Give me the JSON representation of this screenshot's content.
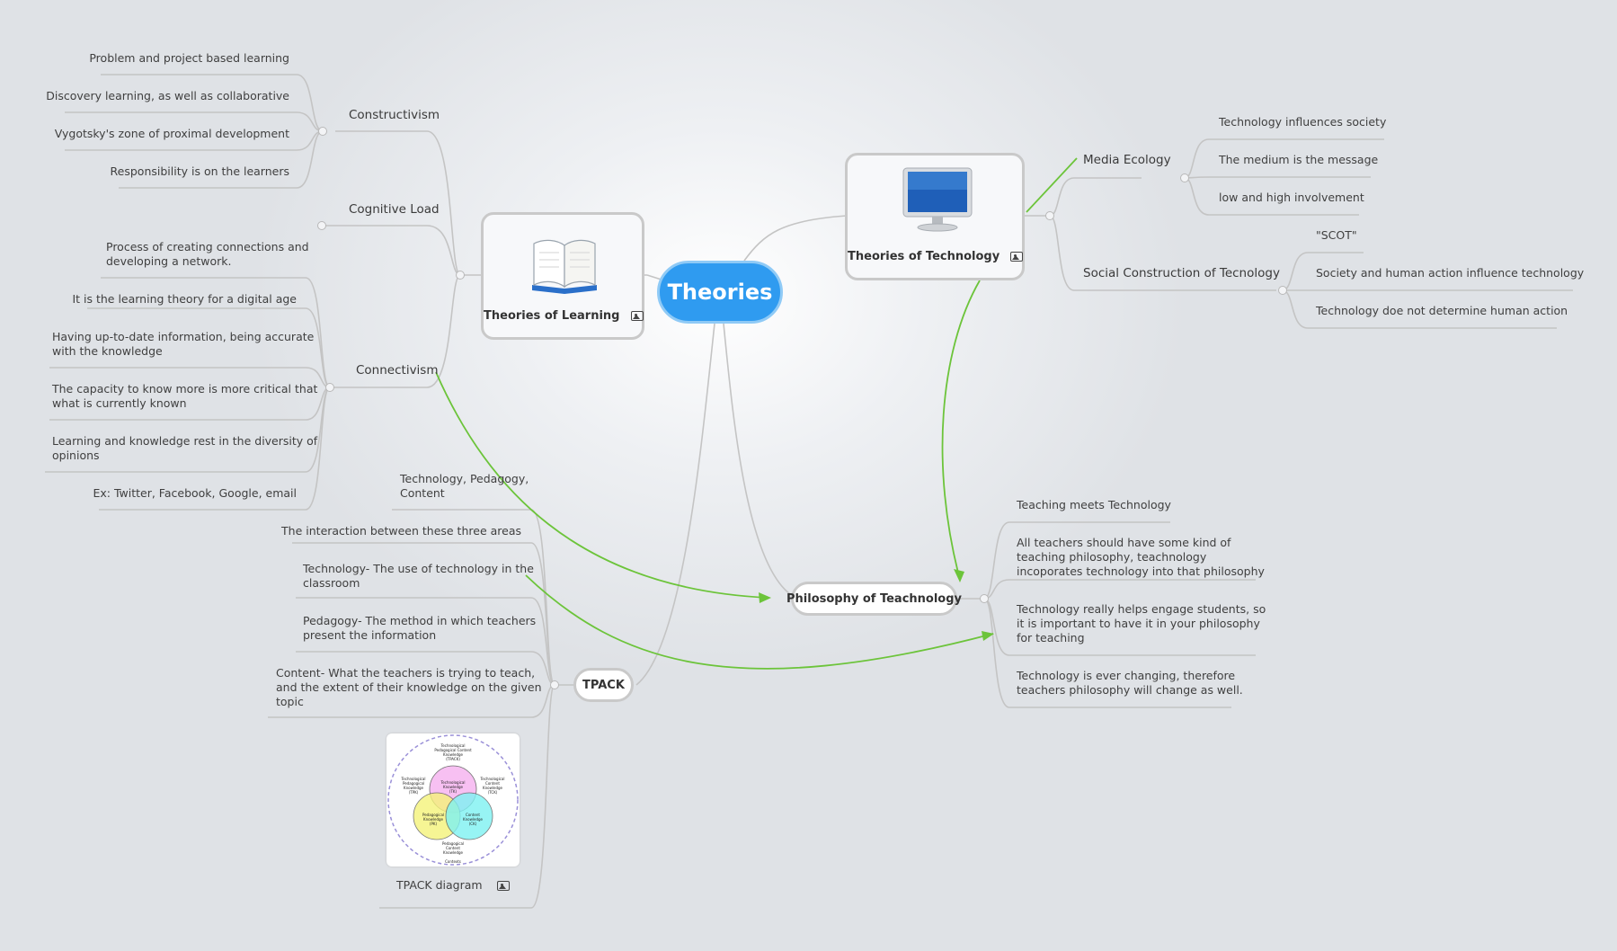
{
  "root": {
    "label": "Theories"
  },
  "learning": {
    "card_label": "Theories of Learning",
    "constructivism": {
      "label": "Constructivism",
      "items": [
        "Problem and project based learning",
        "Discovery learning, as well as collaborative",
        "Vygotsky's zone of proximal development",
        "Responsibility is on the learners"
      ]
    },
    "cognitive_load": {
      "label": "Cognitive Load"
    },
    "connectivism": {
      "label": "Connectivism",
      "items": [
        [
          "Process of creating connections and",
          "developing a network."
        ],
        [
          "It is the learning theory for a digital age"
        ],
        [
          "Having up-to-date information, being accurate",
          "with the knowledge"
        ],
        [
          "The capacity to know more is more critical that",
          "what is currently known"
        ],
        [
          "Learning and knowledge rest in the diversity of",
          "opinions"
        ],
        [
          "Ex: Twitter, Facebook, Google, email"
        ]
      ]
    }
  },
  "technology": {
    "card_label": "Theories of Technology",
    "media_ecology": {
      "label": "Media Ecology",
      "items": [
        "Technology influences society",
        "The medium is the message",
        "low and high involvement"
      ]
    },
    "social_construction": {
      "label": "Social Construction of Tecnology",
      "items": [
        "\"SCOT\"",
        "Society and human action influence technology",
        "Technology doe not determine human action"
      ]
    }
  },
  "philosophy": {
    "label": "Philosophy of Teachnology",
    "items": [
      [
        "Teaching meets Technology"
      ],
      [
        "All teachers should have some kind of",
        "teaching philosophy, teachnology",
        "incoporates technology into that philosophy"
      ],
      [
        "Technology really helps engage students, so",
        "it is important to have it in your philosophy",
        "for teaching"
      ],
      [
        "Technology is ever changing, therefore",
        "teachers philosophy will change as well."
      ]
    ]
  },
  "tpack": {
    "label": "TPACK",
    "items": [
      [
        "Technology, Pedagogy,",
        "Content"
      ],
      [
        "The interaction between these three areas"
      ],
      [
        "Technology- The use of technology in the",
        "classroom"
      ],
      [
        "Pedagogy- The method in which teachers",
        "present the information"
      ],
      [
        "Content- What the teachers is trying to teach,",
        "and the extent of their knowledge on the given",
        "topic"
      ]
    ],
    "diagram_label": "TPACK diagram",
    "venn": {
      "top": [
        "Technological",
        "Pedagogical Content",
        "Knowledge",
        "(TPACK)"
      ],
      "tk": [
        "Technological",
        "Knowledge",
        "(TK)"
      ],
      "pk": [
        "Pedagogical",
        "Knowledge",
        "(PK)"
      ],
      "ck": [
        "Content",
        "Knowledge",
        "(CK)"
      ],
      "tpk": [
        "Technological",
        "Pedagogical",
        "Knowledge",
        "(TPK)"
      ],
      "tck": [
        "Technological",
        "Content",
        "Knowledge",
        "(TCK)"
      ],
      "pck": [
        "Pedagogical",
        "Content",
        "Knowledge"
      ],
      "contexts": "Contexts"
    }
  },
  "colors": {
    "root": "#2f9bf0",
    "relation": "#6cc43a",
    "link": "#c4c4c4"
  }
}
